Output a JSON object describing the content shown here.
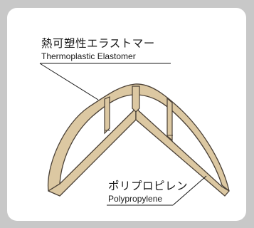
{
  "labels": {
    "tpe": {
      "jp": "熱可塑性エラストマー",
      "en": "Thermoplastic Elastomer"
    },
    "pp": {
      "jp": "ポリプロピレン",
      "en": "Polypropylene"
    }
  },
  "colors": {
    "background": "#c8c8c8",
    "panel": "#ffffff",
    "elastomer": "#dcc8a2",
    "outline": "#4a4036",
    "text": "#1a1a1a"
  }
}
